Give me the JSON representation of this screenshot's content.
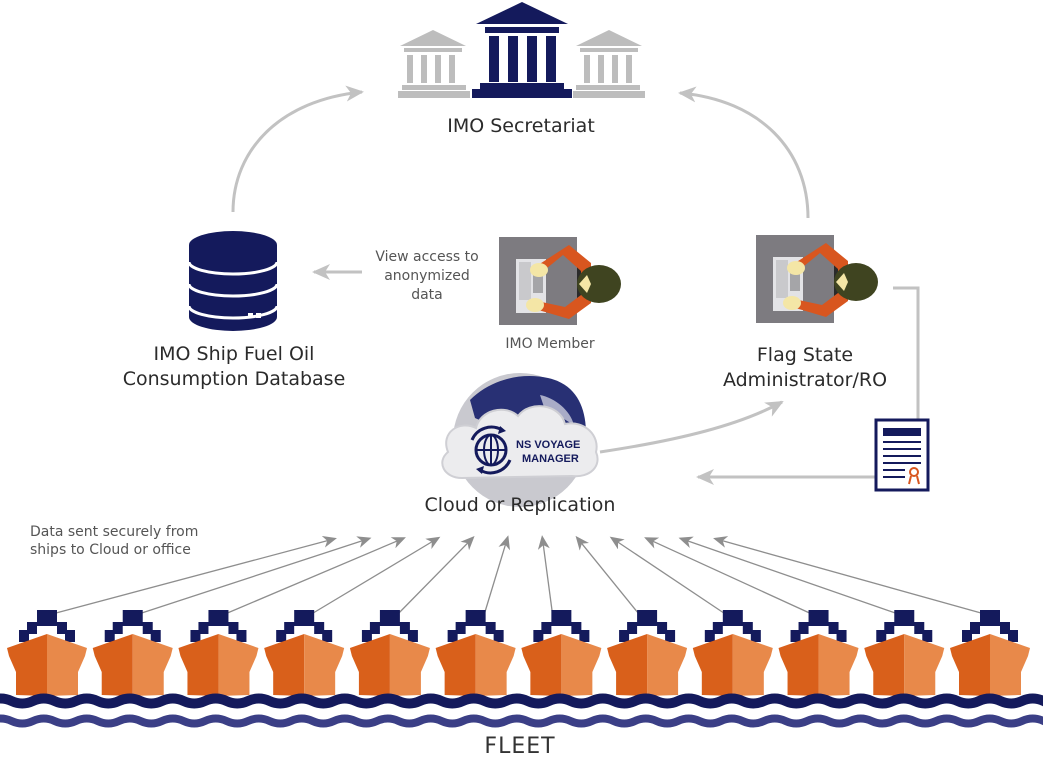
{
  "nodes": {
    "secretariat": {
      "label": "IMO Secretariat",
      "icon": "government-building-icon"
    },
    "database": {
      "label_line1": "IMO Ship Fuel Oil",
      "label_line2": "Consumption Database",
      "icon": "database-icon"
    },
    "member": {
      "label": "IMO Member",
      "icon": "person-at-computer-icon"
    },
    "flag_state": {
      "label_line1": "Flag State",
      "label_line2": "Administrator/RO",
      "icon": "person-at-computer-icon"
    },
    "cloud": {
      "label": "Cloud or Replication",
      "icon": "globe-cloud-icon",
      "badge_line1": "NS VOYAGE",
      "badge_line2": "MANAGER"
    },
    "certificate": {
      "icon": "certificate-icon"
    },
    "fleet": {
      "label": "FLEET",
      "ship_count": 12,
      "icon": "ship-icon"
    }
  },
  "annotations": {
    "view_access": [
      "View access to",
      "anonymized",
      "data"
    ],
    "data_sent": [
      "Data sent securely from",
      "ships to Cloud or office"
    ]
  },
  "colors": {
    "navy": "#141a5c",
    "wave_light": "#3b3f86",
    "grey_building": "#bdbdbd",
    "arrow_grey": "#bcbcbc",
    "ship_dark": "#d9601b",
    "ship_light": "#e8894a",
    "desk_grey": "#7d7b80",
    "person_orange": "#d8561f",
    "head": "#3f4420",
    "hand": "#f4e6a6"
  }
}
